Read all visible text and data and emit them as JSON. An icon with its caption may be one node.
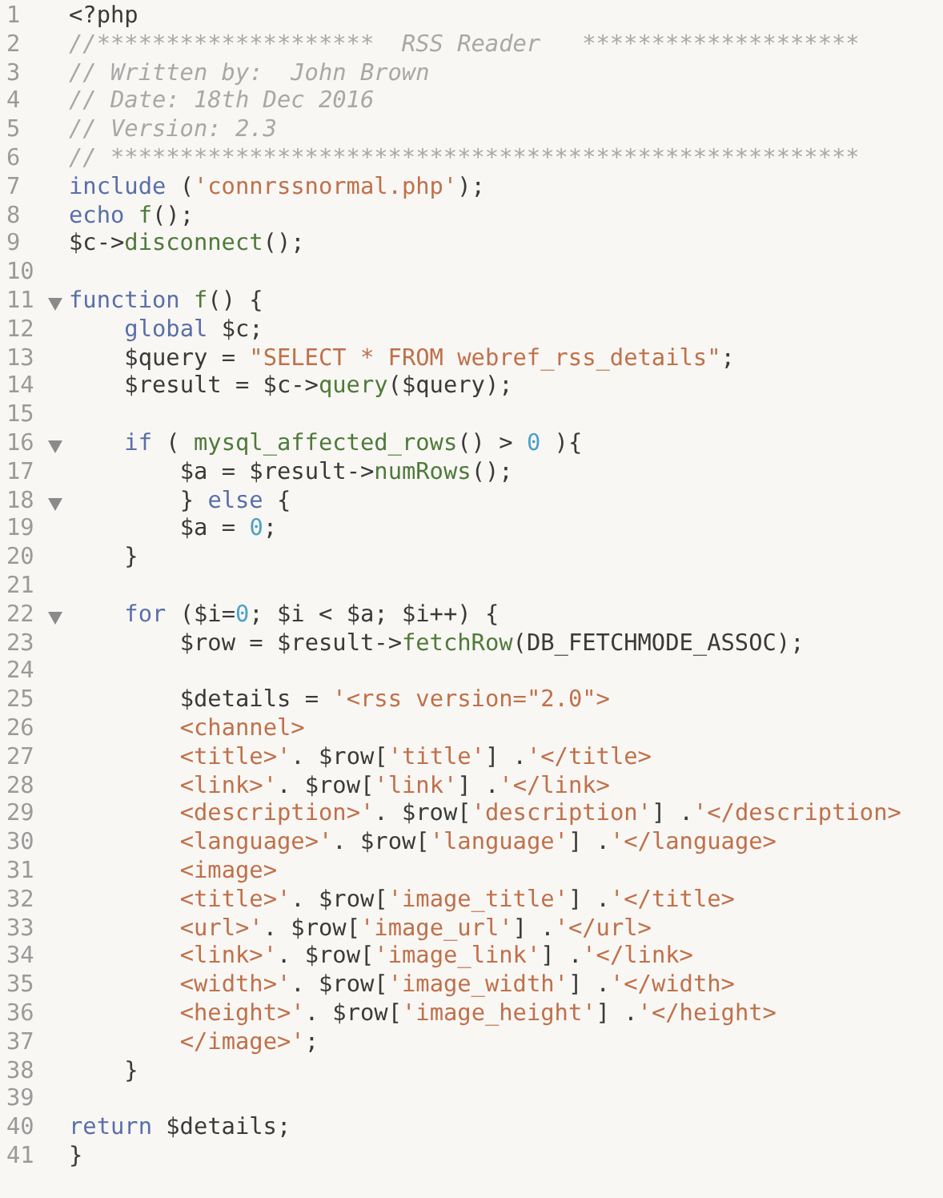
{
  "diagram": {
    "labels": [
      "1",
      "<?php",
      "2",
      "//********************  RSS Reader   ********************",
      "3",
      "// Written by:  John Brown",
      "4",
      "// Date: 18th Dec 2016",
      "5",
      "// Version: 2.3",
      "6",
      "// ******************************************************",
      "7",
      "include ('connrssnormal.php');",
      "8",
      "echo f();",
      "9",
      "$c->disconnect();",
      "10",
      "11",
      "function f() {",
      "12",
      "global $c;",
      "13",
      "$query = \"SELECT * FROM webref_rss_details\";",
      "14",
      "$result = $c->query($query);",
      "15",
      "16",
      "if ( mysql_affected_rows() > 0 ){",
      "17",
      "$a = $result->numRows();",
      "18",
      "} else {",
      "19",
      "$a = 0;",
      "20",
      "}",
      "21",
      "22",
      "for ($i=0; $i < $a; $i++) {",
      "23",
      "$row = $result->fetchRow(DB_FETCHMODE_ASSOC);",
      "24",
      "25",
      "$details = '<rss version=\"2.0\">",
      "26",
      "<channel>",
      "27",
      "<title>'. $row['title'] .'</title>",
      "28",
      "<link>'. $row['link'] .'</link>",
      "29",
      "<description>'. $row['description'] .'</description>",
      "30",
      "<language>'. $row['language'] .'</language>",
      "31",
      "<image>",
      "32",
      "<title>'. $row['image_title'] .'</title>",
      "33",
      "<url>'. $row['image_url'] .'</url>",
      "34",
      "<link>'. $row['image_link'] .'</link>",
      "35",
      "<width>'. $row['image_width'] .'</width>",
      "36",
      "<height>'. $row['image_height'] .'</height>",
      "37",
      "</image>';",
      "38",
      "}",
      "39",
      "40",
      "return $details;",
      "41",
      "}"
    ]
  }
}
